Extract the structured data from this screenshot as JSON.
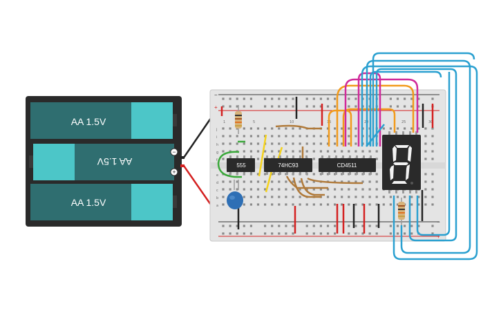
{
  "battery_pack": {
    "cells": [
      {
        "label": "AA 1.5V",
        "flipped": false
      },
      {
        "label": "AA 1.5V",
        "flipped": true
      },
      {
        "label": "AA 1.5V",
        "flipped": false
      }
    ],
    "terminal_neg": "−",
    "terminal_pos": "+"
  },
  "breadboard": {
    "rail_minus": "−",
    "rail_plus": "+",
    "row_letters_top": [
      "j",
      "i",
      "h",
      "g",
      "f"
    ],
    "row_letters_bottom": [
      "e",
      "d",
      "c",
      "b",
      "a"
    ],
    "column_numbers": [
      "1",
      "5",
      "10",
      "15",
      "20",
      "25",
      "30"
    ]
  },
  "chips": [
    {
      "id": "555",
      "label": "555"
    },
    {
      "id": "74hc93",
      "label": "74HC93"
    },
    {
      "id": "cd4511",
      "label": "CD4511"
    }
  ],
  "display": {
    "digit": "8"
  },
  "colors": {
    "wire_black": "#222222",
    "wire_red": "#d42020",
    "wire_blue": "#2aa0d0",
    "wire_orange": "#f29a1a",
    "wire_magenta": "#d02a9a",
    "wire_yellow": "#f4d21c",
    "wire_green": "#3aa83a",
    "wire_brown": "#b07a3a",
    "battery_cell": "#2f6e70",
    "battery_cap": "#4cc6c8",
    "chip": "#2a2a2a",
    "segment_lit": "#f2f2f2"
  }
}
